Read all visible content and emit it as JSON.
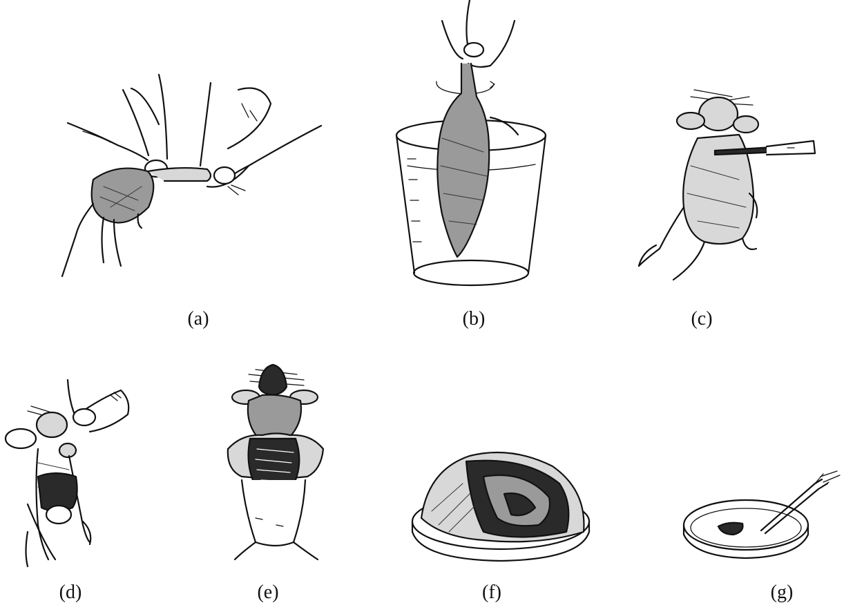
{
  "figure": {
    "panels": [
      {
        "id": "a",
        "label": "(a)"
      },
      {
        "id": "b",
        "label": "(b)"
      },
      {
        "id": "c",
        "label": "(c)"
      },
      {
        "id": "d",
        "label": "(d)"
      },
      {
        "id": "e",
        "label": "(e)"
      },
      {
        "id": "f",
        "label": "(f)"
      },
      {
        "id": "g",
        "label": "(g)"
      }
    ]
  }
}
